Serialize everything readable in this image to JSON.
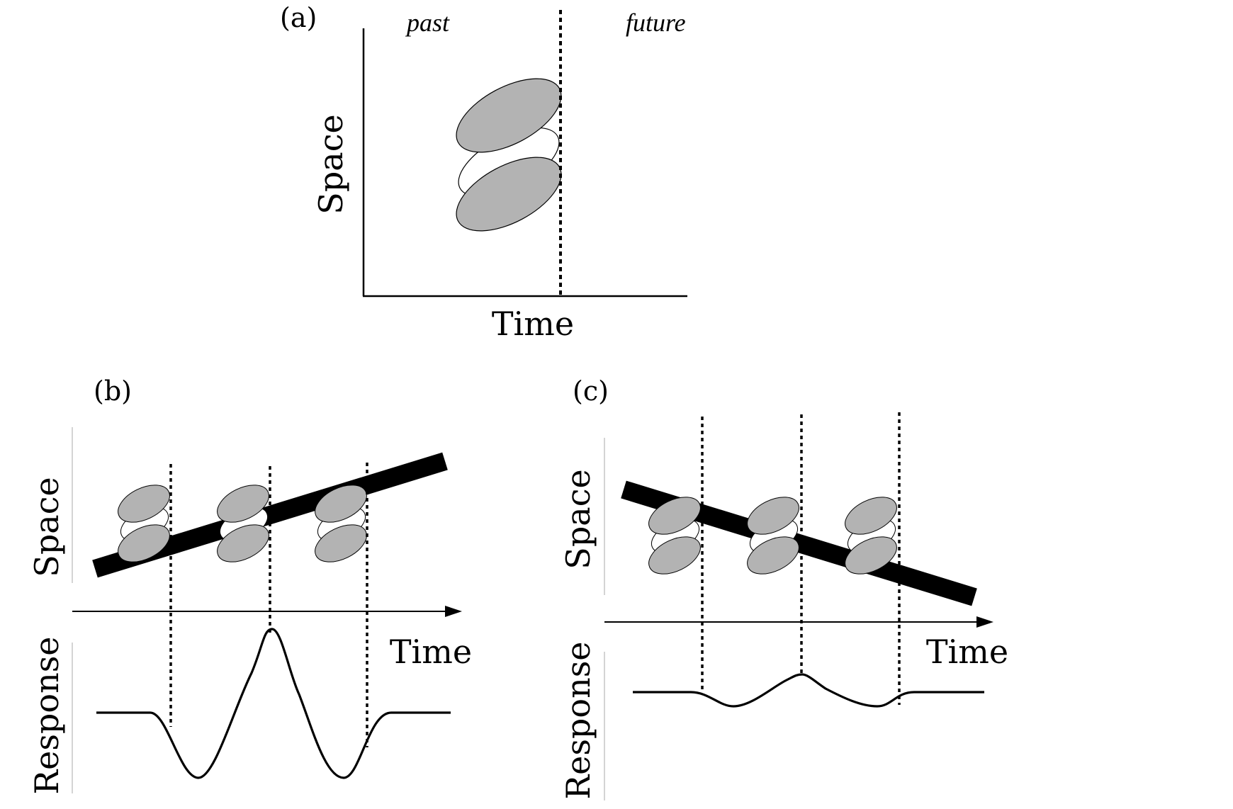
{
  "panel_a": {
    "label": "(a)",
    "left_region": "past",
    "right_region": "future",
    "ylabel": "Space",
    "xlabel": "Time"
  },
  "panel_b": {
    "label": "(b)",
    "ylabel": "Space",
    "xlabel": "Time",
    "response_label": "Response",
    "response_profile": "large-peak"
  },
  "panel_c": {
    "label": "(c)",
    "ylabel": "Space",
    "xlabel": "Time",
    "response_label": "Response",
    "response_profile": "weak-ripple"
  },
  "colors": {
    "lobe_fill": "#b3b3b3",
    "stroke": "#000000",
    "background": "#ffffff"
  }
}
